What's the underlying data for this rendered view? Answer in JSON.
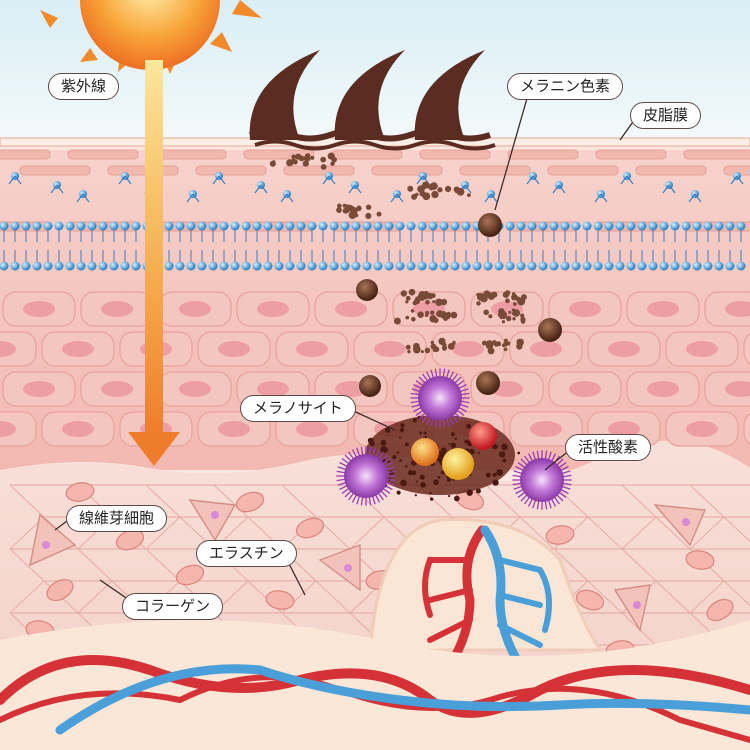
{
  "labels": {
    "uv": "紫外線",
    "melanin": "メラニン色素",
    "sebum": "皮脂膜",
    "melanocyte": "メラノサイト",
    "ros": "活性酸素",
    "fibroblast": "線維芽細胞",
    "elastin": "エラスチン",
    "collagen": "コラーゲン"
  },
  "colors": {
    "sky": "#e6f4f8",
    "sun": "#f7a236",
    "uv_arrow": "#f09030",
    "epidermis": "#f6c2bc",
    "dermis": "#f8ddd6",
    "melanin": "#5a3020",
    "artery": "#d43236",
    "vein": "#4a9fd8",
    "ros_purple": "#b058c8"
  },
  "icons": [
    "sun-icon",
    "uv-arrow-icon",
    "melanin-granule-icon",
    "ros-particle-icon",
    "blood-vessel-icon"
  ]
}
